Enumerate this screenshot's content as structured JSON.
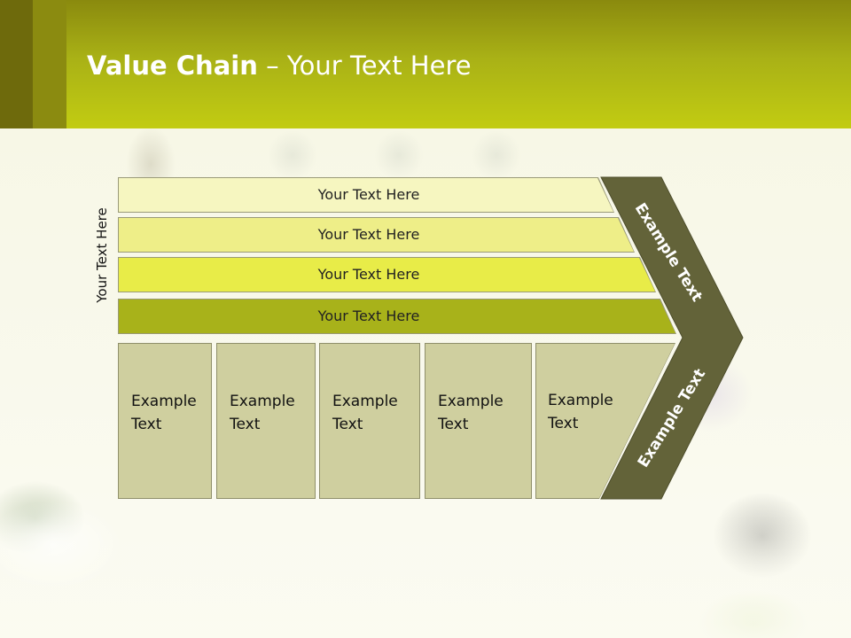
{
  "slide": {
    "title_bold": "Value Chain",
    "title_rest": " – Your Text Here",
    "side_label": "Your Text Here",
    "bars": [
      {
        "label": "Your Text Here"
      },
      {
        "label": "Your Text Here"
      },
      {
        "label": "Your Text Here"
      },
      {
        "label": "Your Text Here"
      }
    ],
    "boxes": [
      {
        "line1": "Example",
        "line2": "Text"
      },
      {
        "line1": "Example",
        "line2": "Text"
      },
      {
        "line1": "Example",
        "line2": "Text"
      },
      {
        "line1": "Example",
        "line2": "Text"
      },
      {
        "line1": "Example",
        "line2": "Text"
      }
    ],
    "chevron": {
      "top_label": "Example Text",
      "bottom_label": "Example Text"
    }
  },
  "colors": {
    "header": "#a9b116",
    "chevron": "#636339",
    "box_fill": "#cfcf9f"
  }
}
